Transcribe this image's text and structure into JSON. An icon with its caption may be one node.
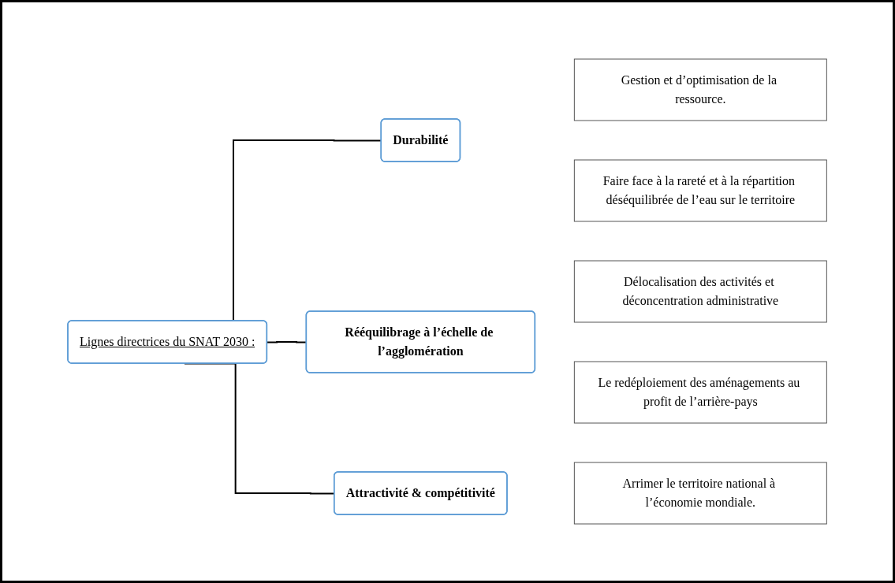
{
  "diagram": {
    "nodes": [
      {
        "text": [
          "Lignes directrices du SNAT 2030 :"
        ]
      },
      {
        "text": [
          "Durabilité"
        ]
      },
      {
        "text": [
          "Gestion et d’optimisation de la ressource."
        ]
      },
      {
        "text": [
          "Faire face à la rareté et à la répartition déséquilibrée de l’eau sur le territoire"
        ]
      },
      {
        "text": [
          "Rééquilibrage à l’échelle de l’agglomération"
        ]
      },
      {
        "text": [
          "Délocalisation des activités et déconcentration administrative"
        ]
      },
      {
        "text": [
          "Le redéploiement des aménagements au profit de l’arrière-pays"
        ]
      },
      {
        "text": [
          "Attractivité & compétitivité"
        ]
      },
      {
        "text": [
          "Arrimer le territoire national à l’économie mondiale."
        ]
      }
    ],
    "edges": [
      {
        "from": 0,
        "to": 1,
        "arrow": "none"
      },
      {
        "from": 0,
        "to": 4,
        "arrow": "none"
      },
      {
        "from": 0,
        "to": 7,
        "arrow": "none"
      }
    ]
  }
}
